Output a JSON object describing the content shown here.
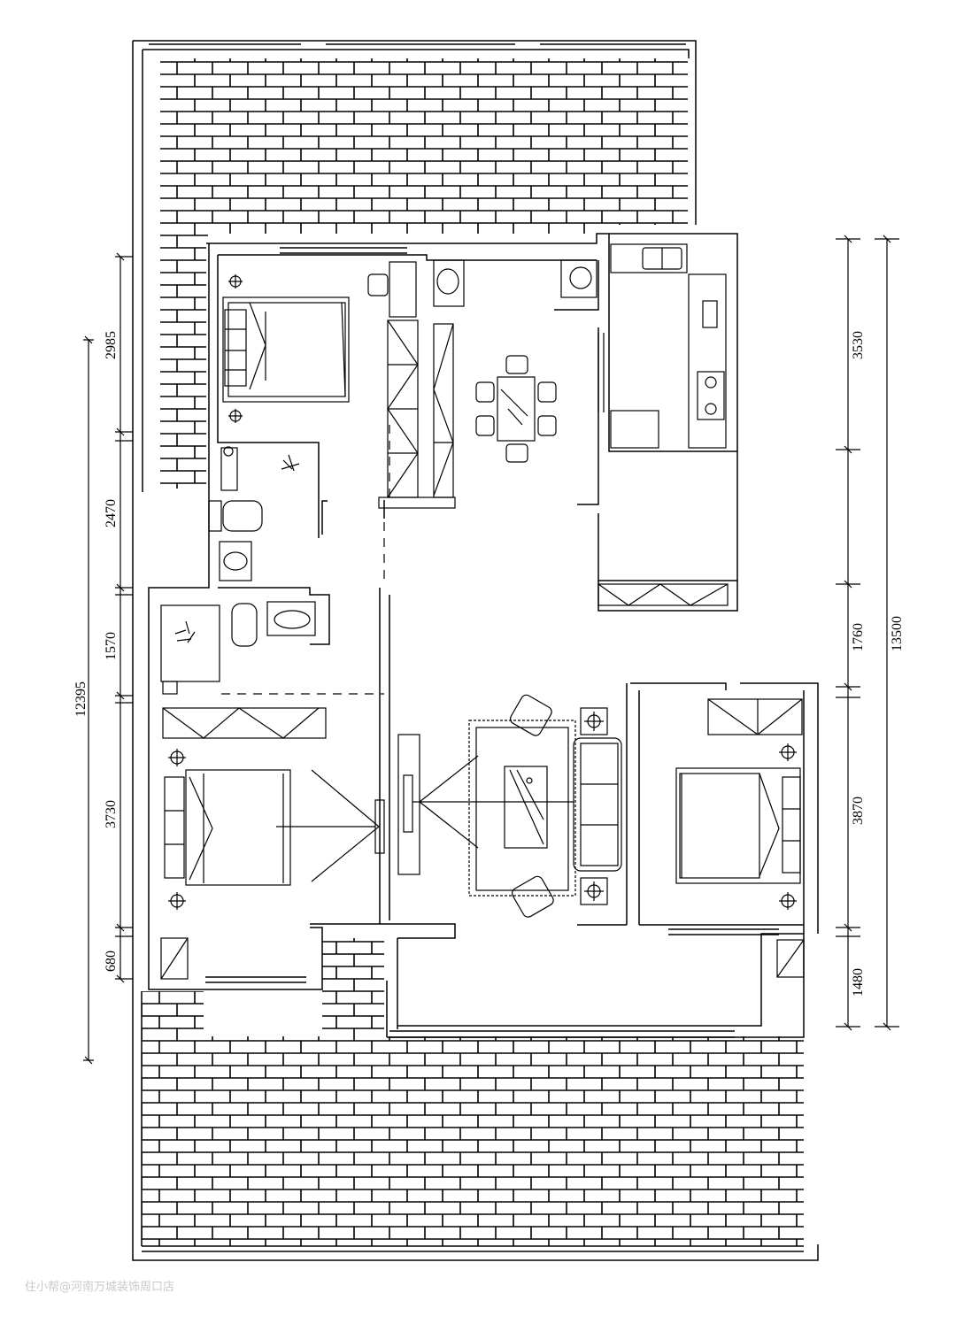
{
  "floor_plan": {
    "left_dimensions": {
      "total": "12395",
      "segments": [
        "2985",
        "2470",
        "1570",
        "3730",
        "680"
      ]
    },
    "right_dimensions": {
      "total": "13500",
      "segments": [
        "3530",
        "1760",
        "3870",
        "1480"
      ]
    }
  },
  "watermark": "住小帮@河南万城装饰周口店",
  "colors": {
    "line": "#000000",
    "background": "#ffffff",
    "watermark": "#c9c9c9"
  }
}
